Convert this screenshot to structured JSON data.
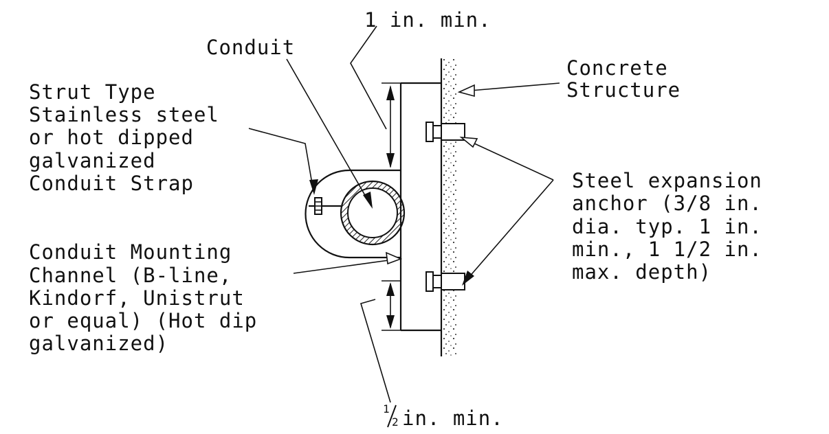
{
  "labels": {
    "one_in_min": "1 in. min.",
    "conduit": "Conduit",
    "concrete": [
      "Concrete",
      "Structure"
    ],
    "strap": [
      "Strut Type",
      "Stainless steel",
      "or hot dipped",
      "galvanized",
      "Conduit Strap"
    ],
    "anchor": [
      "Steel expansion",
      "anchor (3/8 in.",
      "dia. typ. 1 in.",
      "min., 1 1/2 in.",
      "max. depth)"
    ],
    "channel": [
      "Conduit Mounting",
      "Channel (B-line,",
      "Kindorf, Unistrut",
      "or equal) (Hot dip",
      "galvanized)"
    ],
    "half_in_num": "1",
    "half_in_den": "2",
    "half_in_text": "in. min."
  }
}
